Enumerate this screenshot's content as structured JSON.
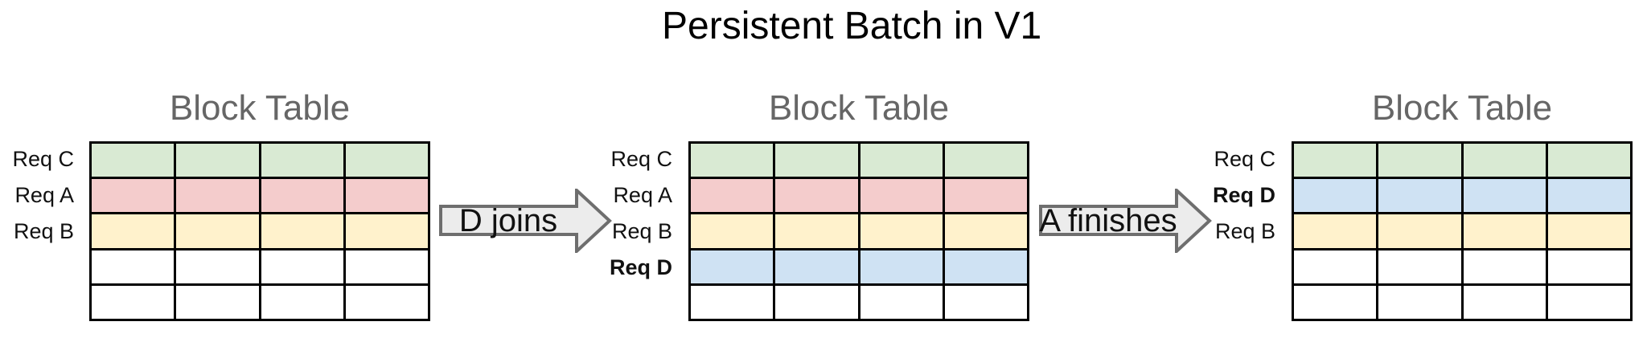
{
  "title": "Persistent Batch in V1",
  "colors": {
    "title-color": "#000000",
    "heading-gray": "#666666",
    "grid-line": "#000000",
    "arrow-fill": "#ececec",
    "arrow-stroke": "#6e6e6e",
    "req-c-green": "#d9ead3",
    "req-a-red": "#f4cccc",
    "req-b-yellow": "#fff2cc",
    "req-d-blue": "#cfe2f3",
    "empty-white": "#ffffff"
  },
  "tables": [
    {
      "heading": "Block Table",
      "columns": 4,
      "rows": [
        {
          "label": "Req C",
          "bold": false,
          "fill": "#d9ead3"
        },
        {
          "label": "Req A",
          "bold": false,
          "fill": "#f4cccc"
        },
        {
          "label": "Req B",
          "bold": false,
          "fill": "#fff2cc"
        },
        {
          "label": "",
          "bold": false,
          "fill": "#ffffff"
        },
        {
          "label": "",
          "bold": false,
          "fill": "#ffffff"
        }
      ]
    },
    {
      "heading": "Block Table",
      "columns": 4,
      "rows": [
        {
          "label": "Req C",
          "bold": false,
          "fill": "#d9ead3"
        },
        {
          "label": "Req A",
          "bold": false,
          "fill": "#f4cccc"
        },
        {
          "label": "Req B",
          "bold": false,
          "fill": "#fff2cc"
        },
        {
          "label": "Req D",
          "bold": true,
          "fill": "#cfe2f3"
        },
        {
          "label": "",
          "bold": false,
          "fill": "#ffffff"
        }
      ]
    },
    {
      "heading": "Block Table",
      "columns": 4,
      "rows": [
        {
          "label": "Req C",
          "bold": false,
          "fill": "#d9ead3"
        },
        {
          "label": "Req D",
          "bold": true,
          "fill": "#cfe2f3"
        },
        {
          "label": "Req B",
          "bold": false,
          "fill": "#fff2cc"
        },
        {
          "label": "",
          "bold": false,
          "fill": "#ffffff"
        },
        {
          "label": "",
          "bold": false,
          "fill": "#ffffff"
        }
      ]
    }
  ],
  "arrows": [
    {
      "label": "D joins"
    },
    {
      "label": "A finishes"
    }
  ]
}
